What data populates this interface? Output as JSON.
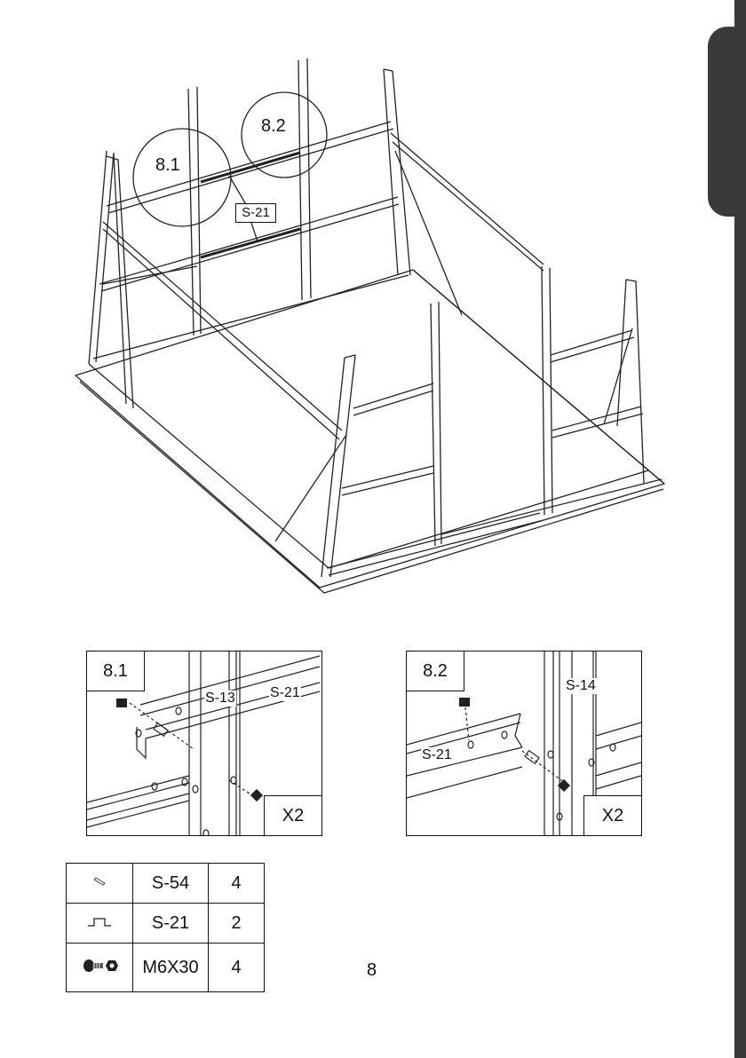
{
  "overview": {
    "callouts": {
      "circle_a": "8.1",
      "circle_b": "8.2"
    },
    "part_label": "S-21"
  },
  "detail_a": {
    "title": "8.1",
    "tag_upright": "S-13",
    "tag_rail": "S-21",
    "quantity": "X2"
  },
  "detail_b": {
    "title": "8.2",
    "tag_upright": "S-14",
    "tag_rail": "S-21",
    "quantity": "X2"
  },
  "parts_table": {
    "rows": [
      {
        "icon": "pin-icon",
        "code": "S-54",
        "qty": "4"
      },
      {
        "icon": "channel-icon",
        "code": "S-21",
        "qty": "2"
      },
      {
        "icon": "bolt-nut-icon",
        "code": "M6X30",
        "qty": "4"
      }
    ]
  },
  "page_number": "8"
}
